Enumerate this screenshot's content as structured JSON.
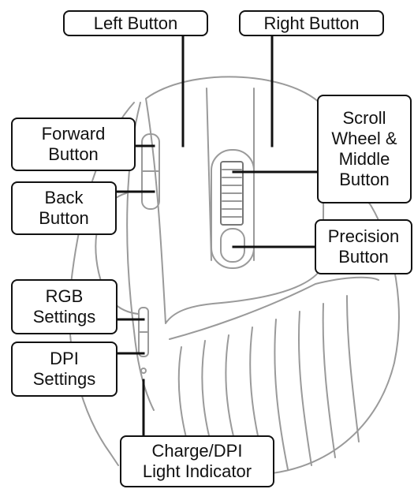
{
  "labels": {
    "left_button": "Left Button",
    "right_button": "Right Button",
    "scroll_wheel": "Scroll\nWheel &\nMiddle\nButton",
    "forward_button": "Forward\nButton",
    "back_button": "Back\nButton",
    "precision_button": "Precision\nButton",
    "rgb_settings": "RGB\nSettings",
    "dpi_settings": "DPI\nSettings",
    "charge_indicator": "Charge/DPI\nLight Indicator"
  },
  "colors": {
    "outline": "#9a9a9a",
    "line": "#111111",
    "fill": "#ffffff"
  }
}
